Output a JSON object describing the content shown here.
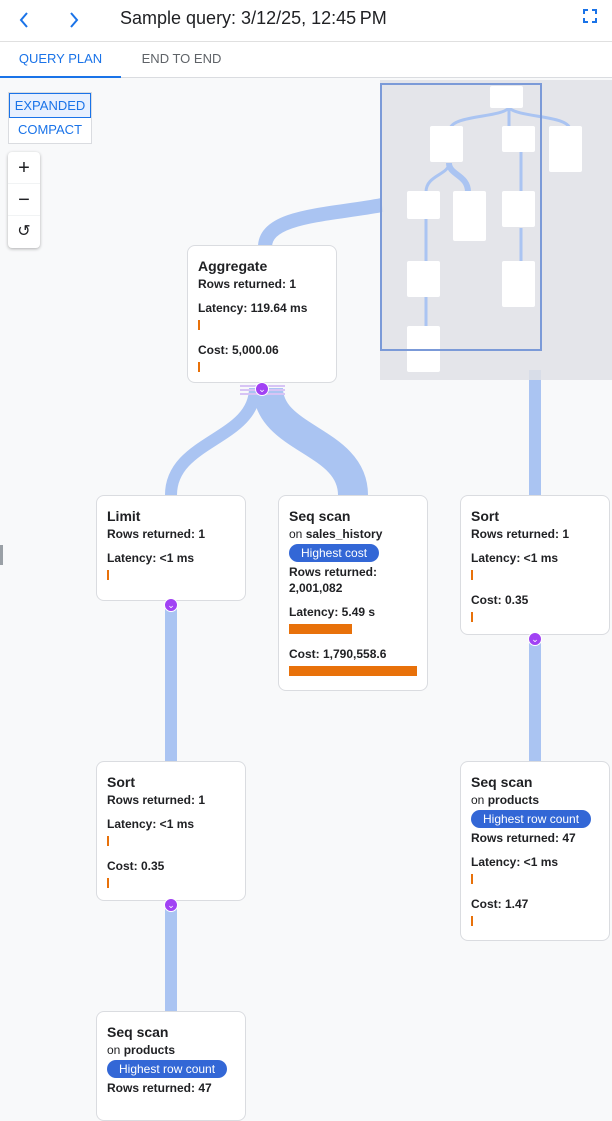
{
  "header": {
    "title": "Sample query: 3/12/25, 12:45 PM",
    "back_icon": "chevron-left-icon",
    "forward_icon": "chevron-right-icon",
    "fullscreen_icon": "fullscreen-icon"
  },
  "tabs": [
    {
      "label": "QUERY PLAN",
      "active": true
    },
    {
      "label": "END TO END",
      "active": false
    }
  ],
  "view_mode": {
    "expanded": "EXPANDED",
    "compact": "COMPACT",
    "selected": "EXPANDED"
  },
  "zoom_controls": {
    "zoom_in": "+",
    "zoom_out": "−",
    "reset": "↺"
  },
  "colors": {
    "accent": "#1a73e8",
    "badge": "#3367d6",
    "bar": "#e8710a",
    "edge": "#aac4f2",
    "expand": "#a142f4"
  },
  "nodes": [
    {
      "id": "aggregate",
      "title": "Aggregate",
      "rows": "Rows returned: 1",
      "latency": "Latency: 119.64 ms",
      "latency_pct": 1,
      "cost": "Cost: 5,000.06",
      "cost_pct": 1,
      "expandable": true
    },
    {
      "id": "limit",
      "title": "Limit",
      "rows": "Rows returned: 1",
      "latency": "Latency: <1 ms",
      "latency_pct": 1,
      "expandable": true
    },
    {
      "id": "seq-scan-sales",
      "title": "Seq scan",
      "on_prefix": "on ",
      "on_table": "sales_history",
      "badge": "Highest cost",
      "rows_label": "Rows returned:",
      "rows_value": "2,001,082",
      "latency": "Latency: 5.49 s",
      "latency_pct": 49,
      "cost": "Cost: 1,790,558.6",
      "cost_pct": 100
    },
    {
      "id": "sort-right",
      "title": "Sort",
      "rows": "Rows returned: 1",
      "latency": "Latency: <1 ms",
      "latency_pct": 1,
      "cost": "Cost: 0.35",
      "cost_pct": 1,
      "expandable": true
    },
    {
      "id": "sort-left",
      "title": "Sort",
      "rows": "Rows returned: 1",
      "latency": "Latency: <1 ms",
      "latency_pct": 1,
      "cost": "Cost: 0.35",
      "cost_pct": 1,
      "expandable": true
    },
    {
      "id": "seq-scan-products-right",
      "title": "Seq scan",
      "on_prefix": "on ",
      "on_table": "products",
      "badge": "Highest row count",
      "rows": "Rows returned: 47",
      "latency": "Latency: <1 ms",
      "latency_pct": 1,
      "cost": "Cost: 1.47",
      "cost_pct": 1
    },
    {
      "id": "seq-scan-products-bottom",
      "title": "Seq scan",
      "on_prefix": "on ",
      "on_table": "products",
      "badge": "Highest row count",
      "rows": "Rows returned: 47"
    }
  ]
}
